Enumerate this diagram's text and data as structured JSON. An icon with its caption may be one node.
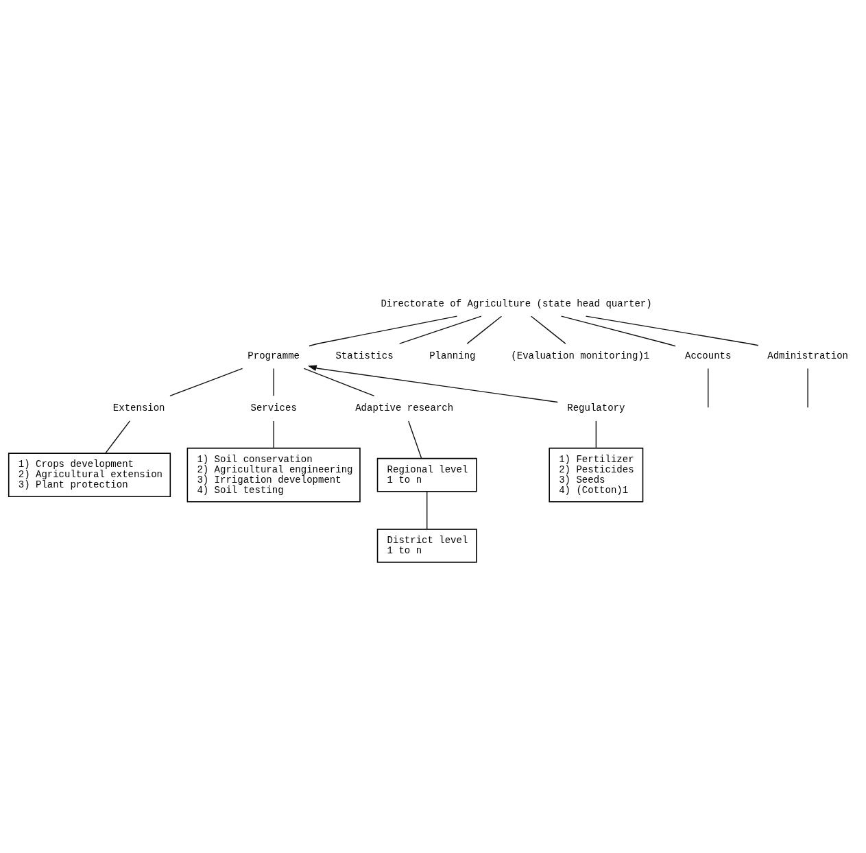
{
  "diagram": {
    "nodes": [
      {
        "text": [
          "Directorate of Agriculture (state head quarter)"
        ]
      },
      {
        "text": [
          "Programme"
        ]
      },
      {
        "text": [
          "Statistics"
        ]
      },
      {
        "text": [
          "Planning"
        ]
      },
      {
        "text": [
          "(Evaluation monitoring)1"
        ]
      },
      {
        "text": [
          "Accounts"
        ]
      },
      {
        "text": [
          "Administration"
        ]
      },
      {
        "text": [
          "Extension"
        ]
      },
      {
        "text": [
          "Services"
        ]
      },
      {
        "text": [
          "Adaptive research"
        ]
      },
      {
        "text": [
          "Regulatory"
        ]
      },
      {
        "text": [
          "1) Crops development",
          "2) Agricultural extension",
          "3) Plant protection"
        ]
      },
      {
        "text": [
          "1) Soil conservation",
          "2) Agricultural engineering",
          "3) Irrigation development",
          "4) Soil testing"
        ]
      },
      {
        "text": [
          "1) Fertilizer",
          "2) Pesticides",
          "3) Seeds",
          "4) (Cotton)1"
        ]
      },
      {
        "text": [
          "Regional level",
          "1 to n"
        ]
      },
      {
        "text": [
          "District level",
          "1 to n"
        ]
      }
    ],
    "edges": [
      {
        "from": 0,
        "to": 1,
        "arrow": "none"
      },
      {
        "from": 0,
        "to": 2,
        "arrow": "none"
      },
      {
        "from": 0,
        "to": 3,
        "arrow": "none"
      },
      {
        "from": 0,
        "to": 4,
        "arrow": "none"
      },
      {
        "from": 0,
        "to": 5,
        "arrow": "none"
      },
      {
        "from": 0,
        "to": 6,
        "arrow": "none"
      },
      {
        "from": 1,
        "to": 7,
        "arrow": "none"
      },
      {
        "from": 1,
        "to": 8,
        "arrow": "none"
      },
      {
        "from": 1,
        "to": 9,
        "arrow": "none"
      },
      {
        "from": 10,
        "to": 1,
        "arrow": "to"
      },
      {
        "from": 7,
        "to": 11,
        "arrow": "none"
      },
      {
        "from": 8,
        "to": 12,
        "arrow": "none"
      },
      {
        "from": 10,
        "to": 13,
        "arrow": "none"
      },
      {
        "from": 9,
        "to": 14,
        "arrow": "none"
      },
      {
        "from": 14,
        "to": 15,
        "arrow": "none"
      },
      {
        "from": 5,
        "to": null,
        "arrow": "none"
      },
      {
        "from": 6,
        "to": null,
        "arrow": "none"
      }
    ]
  }
}
